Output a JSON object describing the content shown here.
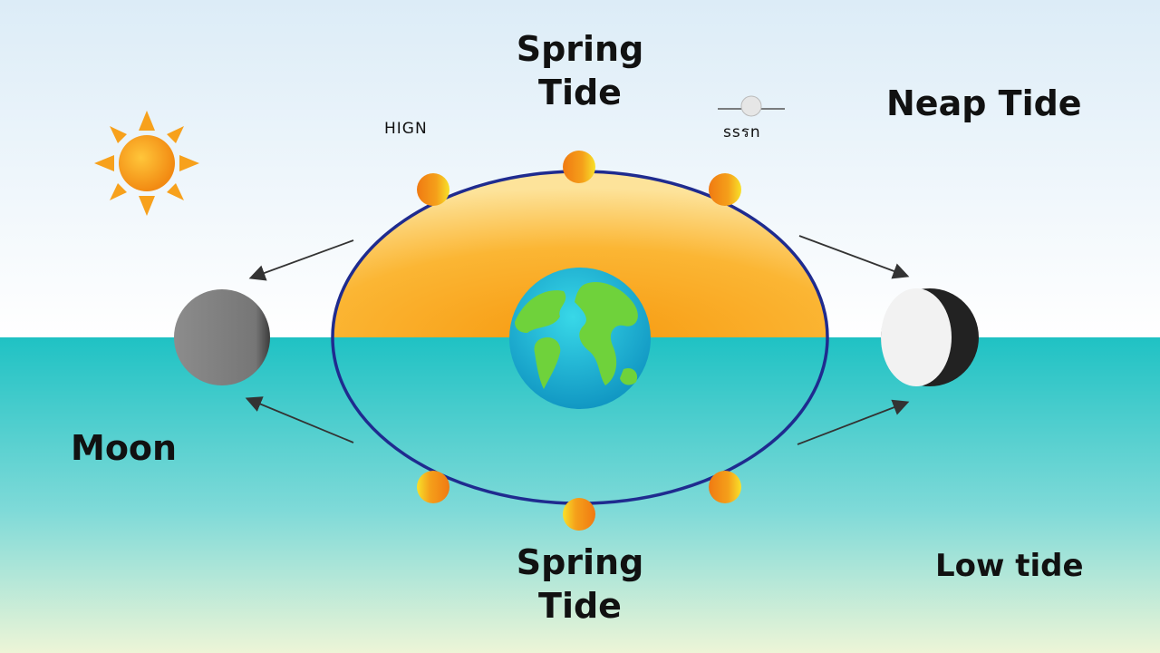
{
  "labels": {
    "spring_tide_top": [
      "Spring",
      "Tide"
    ],
    "spring_tide_bottom": [
      "Spring",
      "Tide"
    ],
    "neap_tide": "Neap Tide",
    "high": "HIGN",
    "small_right": "ssรn",
    "moon": "Moon",
    "low_tide": "Low tide"
  },
  "colors": {
    "sky_top": "#dfeef8",
    "sky_bottom": "#ffffff",
    "sea_top": "#22c4c4",
    "sea_bottom": "#e9f4d8",
    "bulge": "#fbb233",
    "orbit": "#1e2a8c",
    "sun": "#f7941d",
    "moon_grey": "#7a7a7a",
    "earth_ocean": "#14b5d6",
    "earth_land": "#6dd13a"
  },
  "icons": [
    "sun-icon",
    "earth-icon",
    "full-moon-icon",
    "new-moon-icon",
    "small-moon-icon"
  ]
}
